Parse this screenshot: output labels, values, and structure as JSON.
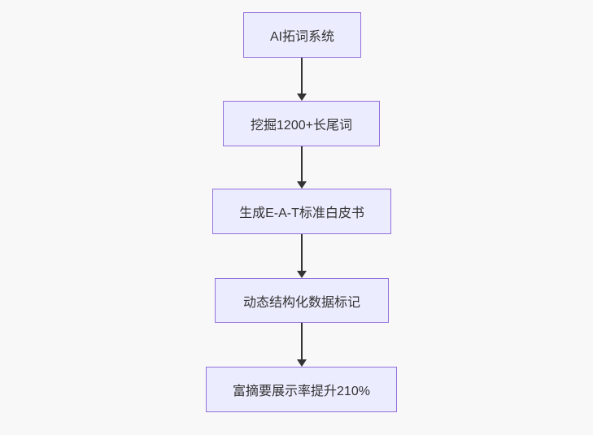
{
  "diagram": {
    "type": "flowchart",
    "direction": "top-down",
    "nodes": [
      {
        "id": "A",
        "label": "AI拓词系统"
      },
      {
        "id": "B",
        "label": "挖掘1200+长尾词"
      },
      {
        "id": "C",
        "label": "生成E-A-T标准白皮书"
      },
      {
        "id": "D",
        "label": "动态结构化数据标记"
      },
      {
        "id": "E",
        "label": "富摘要展示率提升210%"
      }
    ],
    "edges": [
      {
        "from": "A",
        "to": "B"
      },
      {
        "from": "B",
        "to": "C"
      },
      {
        "from": "C",
        "to": "D"
      },
      {
        "from": "D",
        "to": "E"
      }
    ],
    "colors": {
      "background": "#f8f8f8",
      "node_fill": "#ececff",
      "node_border": "#9370db",
      "text": "#333333",
      "arrow": "#333333"
    }
  }
}
